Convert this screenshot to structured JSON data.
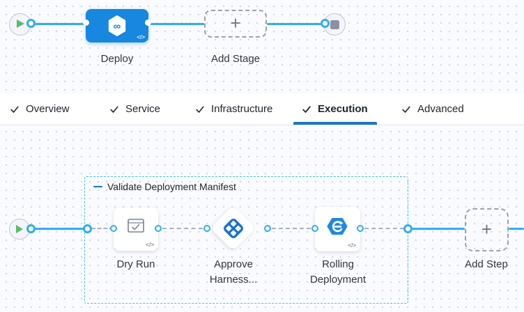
{
  "colors": {
    "stage_node_blue": "#1787e0",
    "connector_blue": "#2fadf1",
    "active_tab_underline": "#1a74c9",
    "group_border_cyan": "#41c7e9",
    "approval_icon_blue": "#1a73ce",
    "rolling_icon_blue": "#1e88e5",
    "play_green": "#57bd68",
    "stop_gray": "#8d90a4"
  },
  "stage_panel": {
    "stage": {
      "label": "Deploy",
      "icon": "harness-hexagon-infinity",
      "code_badge": "</>"
    },
    "add_stage": {
      "label": "Add Stage"
    }
  },
  "tabbar": {
    "active": "Execution",
    "items": [
      {
        "label": "Overview",
        "checked": true
      },
      {
        "label": "Service",
        "checked": true
      },
      {
        "label": "Infrastructure",
        "checked": true
      },
      {
        "label": "Execution",
        "checked": true
      },
      {
        "label": "Advanced",
        "checked": true
      }
    ]
  },
  "execution_panel": {
    "group_title": "Validate Deployment Manifest",
    "steps": [
      {
        "label": "Dry Run",
        "icon": "window-check",
        "code_badge": "</>"
      },
      {
        "label": "Approve Harness...",
        "icon": "approval-diamond"
      },
      {
        "label": "Rolling Deployment",
        "icon": "rolling-update-hexagon",
        "code_badge": "</>"
      }
    ],
    "add_step": {
      "label": "Add Step"
    }
  },
  "icons": {
    "infinity": "∞",
    "plus": "+"
  }
}
